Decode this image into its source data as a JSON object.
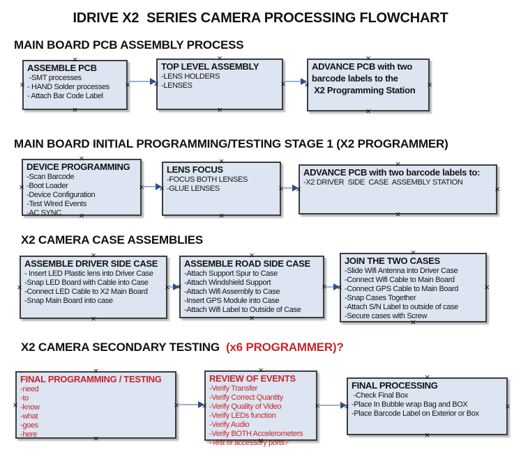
{
  "title": "IDRIVE X2  SERIES CAMERA PROCESSING FLOWCHART",
  "colors": {
    "box_fill": "#dce5f1",
    "box_border": "#3d3d3d",
    "arrow_line": "#9ab0cd",
    "arrow_head": "#2e4d8a",
    "red_text": "#c4262a"
  },
  "icons": {
    "connector_handle": "×",
    "arrow_head": "►"
  },
  "sections": [
    {
      "heading": "MAIN BOARD PCB ASSEMBLY PROCESS",
      "boxes": [
        {
          "title": "ASSEMBLE PCB",
          "lines": [
            " -SMT processes",
            "- HAND Solder processes",
            "- Attach Bar Code Label"
          ]
        },
        {
          "title": "TOP LEVEL ASSEMBLY",
          "lines": [
            "-LENS HOLDERS",
            "-LENSES"
          ]
        },
        {
          "title": "ADVANCE PCB with two",
          "lines": [
            "barcode labels to the",
            " X2 Programming Station"
          ]
        }
      ]
    },
    {
      "heading": "MAIN BOARD INITIAL PROGRAMMING/TESTING STAGE 1 (X2 PROGRAMMER)",
      "boxes": [
        {
          "title": "DEVICE PROGRAMMING",
          "lines": [
            "-Scan Barcode",
            "-Boot Loader",
            "-Device Configuration",
            "-Test Wired Events",
            "-AC SYNC"
          ]
        },
        {
          "title": "LENS FOCUS",
          "lines": [
            "-FOCUS BOTH LENSES",
            "-GLUE LENSES"
          ]
        },
        {
          "title": "ADVANCE PCB with two barcode labels to:",
          "lines": [
            "-X2 DRIVER  SIDE  CASE  ASSEMBLY STATION"
          ]
        }
      ]
    },
    {
      "heading": "X2 CAMERA CASE ASSEMBLIES",
      "boxes": [
        {
          "title": "ASSEMBLE DRIVER SIDE CASE",
          "lines": [
            "- Insert LED Plastic lens into Driver Case",
            "-Snap LED Board with Cable into Case",
            "-Connect LED Cable to X2 Main Board",
            "-Snap Main Board into case"
          ]
        },
        {
          "title": "ASSEMBLE ROAD SIDE CASE",
          "lines": [
            "-Attach Support Spur to Case",
            "-Attach Windshield Support",
            "-Attach Wifi Assembly to Case",
            "-Insert GPS Module into Case",
            "-Attach Wifi Label to Outside of Case"
          ]
        },
        {
          "title": "JOIN THE TWO CASES",
          "lines": [
            "-Slide Wifi Antenna into Driver Case",
            "-Connect Wifi Cable to Main Board",
            "-Connect GPS Cable to Main Board",
            "-Snap Cases Together",
            "-Attach S/N Label to outside of case",
            "-Secure cases with Screw"
          ]
        }
      ]
    },
    {
      "heading": "X2 CAMERA SECONDARY TESTING  ",
      "heading_red": "(x6 PROGRAMMER)?",
      "boxes": [
        {
          "title": "FINAL PROGRAMMING / TESTING",
          "lines": [
            "-need",
            "-to",
            "-know",
            "-what",
            "-goes",
            "-here"
          ]
        },
        {
          "title": "REVIEW OF EVENTS",
          "lines": [
            "-Verify Transfer",
            "-Verify Correct Quantity",
            "-Verify Quality of Video",
            "-Verify LEDs function",
            "-Verify Audio",
            "-Verify BOTH Accelerometers",
            "-Test of accessory ports?"
          ]
        },
        {
          "title": "FINAL PROCESSING",
          "lines": [
            " -Check Final Box",
            "-Place In Bubble wrap Bag and BOX",
            "-Place Barcode Label on Exterior or Box"
          ]
        }
      ]
    }
  ]
}
